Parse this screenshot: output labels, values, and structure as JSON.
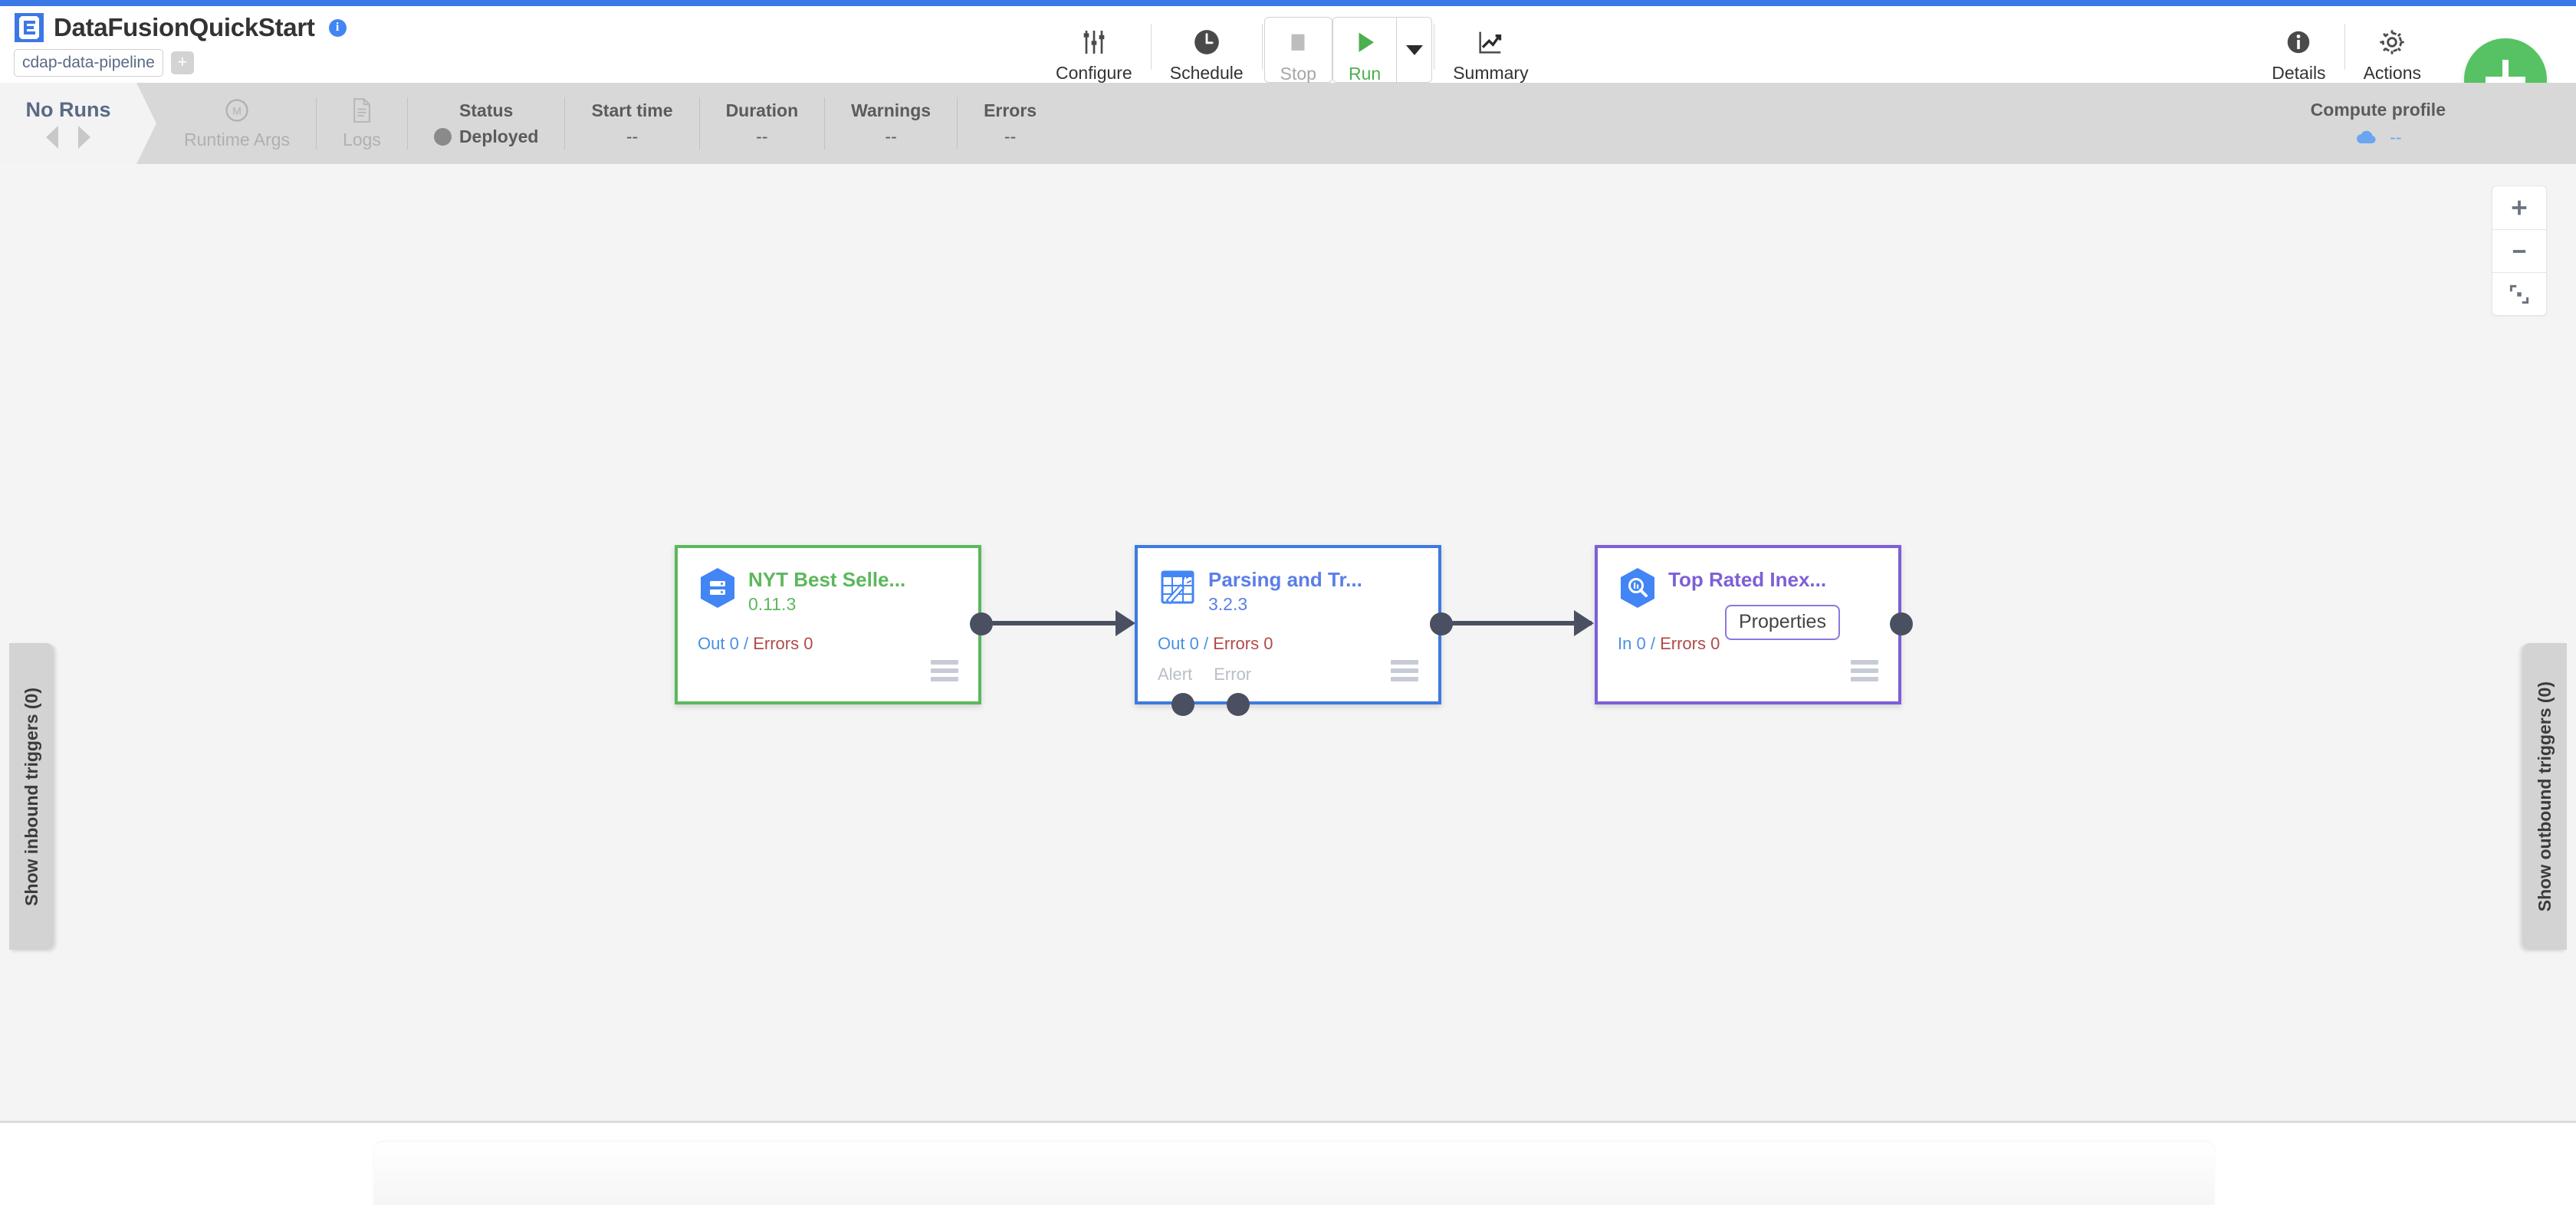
{
  "header": {
    "logo_icon": "cdap-logo-icon",
    "title": "DataFusionQuickStart",
    "info_icon": "info-icon",
    "pipeline_type": "cdap-data-pipeline",
    "add_tag_label": "+",
    "toolbar": [
      {
        "label": "Configure",
        "icon": "sliders-icon"
      },
      {
        "label": "Schedule",
        "icon": "clock-icon"
      },
      {
        "label": "Stop",
        "icon": "stop-square-icon"
      },
      {
        "label": "Run",
        "icon": "play-triangle-icon"
      },
      {
        "label": "Summary",
        "icon": "line-chart-icon"
      }
    ],
    "run_dropdown_icon": "caret-down-icon",
    "right_actions": [
      {
        "label": "Details",
        "icon": "info-circle-icon"
      },
      {
        "label": "Actions",
        "icon": "gear-icon"
      }
    ],
    "fab": {
      "label": "+",
      "icon": "plus-icon",
      "color": "#56c263"
    }
  },
  "runbar": {
    "no_runs_title": "No Runs",
    "prev_icon": "caret-left-icon",
    "next_icon": "caret-right-icon",
    "runtime_args": {
      "label": "Runtime Args",
      "icon": "m-circle-icon"
    },
    "logs": {
      "label": "Logs",
      "icon": "document-icon"
    },
    "cells": [
      {
        "head": "Status",
        "value": "Deployed",
        "has_dot": true
      },
      {
        "head": "Start time",
        "value": "--"
      },
      {
        "head": "Duration",
        "value": "--"
      },
      {
        "head": "Warnings",
        "value": "--"
      },
      {
        "head": "Errors",
        "value": "--"
      }
    ],
    "compute_profile": {
      "head": "Compute profile",
      "value": "--",
      "icon": "cloud-icon"
    }
  },
  "canvas": {
    "zoom_controls": [
      {
        "name": "zoom-in",
        "glyph": "+"
      },
      {
        "name": "zoom-out",
        "glyph": "–"
      },
      {
        "name": "fit-to-screen",
        "glyph": "fit"
      }
    ],
    "inbound_trigger_tab": "Show inbound triggers (0)",
    "outbound_trigger_tab": "Show outbound triggers (0)",
    "nodes": [
      {
        "id": "node-source",
        "name": "NYT Best Selle...",
        "version": "0.11.3",
        "icon": "bigquery-source-icon",
        "accent": "#5cb85c",
        "metrics": {
          "prefix": "Out",
          "out": "0",
          "sep": "/",
          "errors_label": "Errors",
          "errors": "0"
        },
        "ports": []
      },
      {
        "id": "node-transform",
        "name": "Parsing and Tr...",
        "version": "3.2.3",
        "icon": "wrangler-transform-icon",
        "accent": "#3d7ae0",
        "metrics": {
          "prefix": "Out",
          "out": "0",
          "sep": "/",
          "errors_label": "Errors",
          "errors": "0"
        },
        "ports": [
          "Alert",
          "Error"
        ]
      },
      {
        "id": "node-sink",
        "name": "Top Rated Inex...",
        "version": "",
        "icon": "bigquery-sink-icon",
        "accent": "#7d5fd6",
        "tooltip": "Properties",
        "metrics": {
          "prefix": "In",
          "out": "0",
          "sep": "/",
          "errors_label": "Errors",
          "errors": "0"
        },
        "ports": []
      }
    ]
  }
}
